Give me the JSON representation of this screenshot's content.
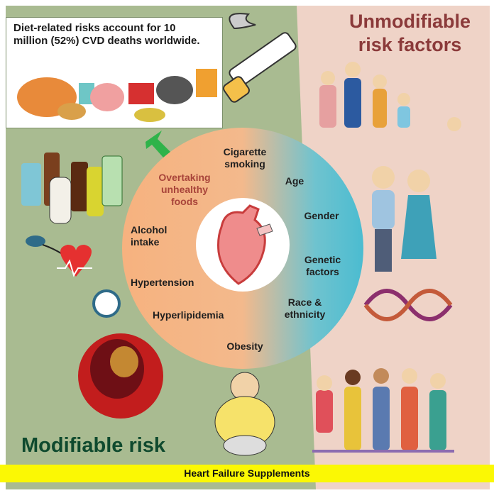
{
  "food_box": {
    "text": "Diet-related risks account for 10 million (52%) CVD deaths worldwide."
  },
  "unmodifiable_title": "Unmodifiable risk factors",
  "modifiable_title": "Modifiable risk",
  "banner": "Heart Failure Supplements",
  "modifiable_factors": [
    {
      "label": "Cigarette smoking"
    },
    {
      "label": "Overtaking unhealthy foods"
    },
    {
      "label": "Alcohol intake"
    },
    {
      "label": "Hypertension"
    },
    {
      "label": "Hyperlipidemia"
    },
    {
      "label": "Obesity"
    }
  ],
  "unmodifiable_factors": [
    {
      "label": "Age"
    },
    {
      "label": "Gender"
    },
    {
      "label": "Genetic factors"
    },
    {
      "label": "Race & ethnicity"
    }
  ],
  "colors": {
    "modifiable_bg": "#a9bb91",
    "unmodifiable_bg": "#efd3c7",
    "circle_left": "#f6b27f",
    "circle_right": "#4fbfd0",
    "highlight_text": "#a8443a",
    "banner": "#fbf804"
  }
}
